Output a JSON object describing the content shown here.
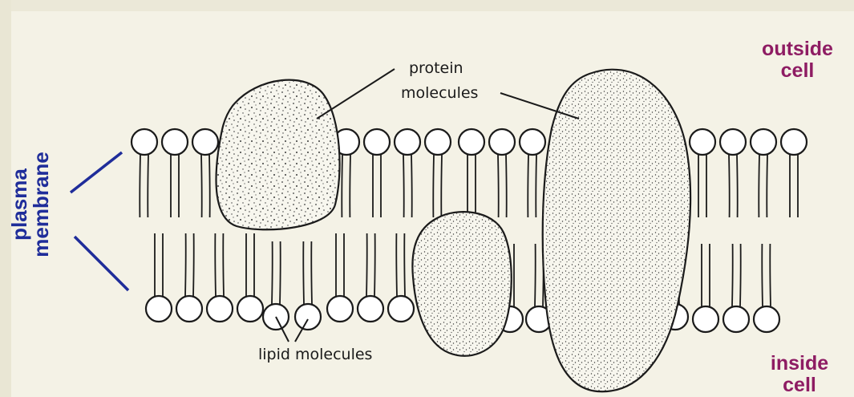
{
  "labels": {
    "outside": [
      "outside",
      "cell"
    ],
    "inside": [
      "inside",
      "cell"
    ],
    "membrane": [
      "plasma",
      "membrane"
    ],
    "protein": [
      "protein",
      "molecules"
    ],
    "lipid": "lipid molecules"
  },
  "colors": {
    "background": "#f4f2e6",
    "ink": "#1a1a1a",
    "side_labels": "#8e1c63",
    "membrane_label": "#1f2d9a"
  }
}
